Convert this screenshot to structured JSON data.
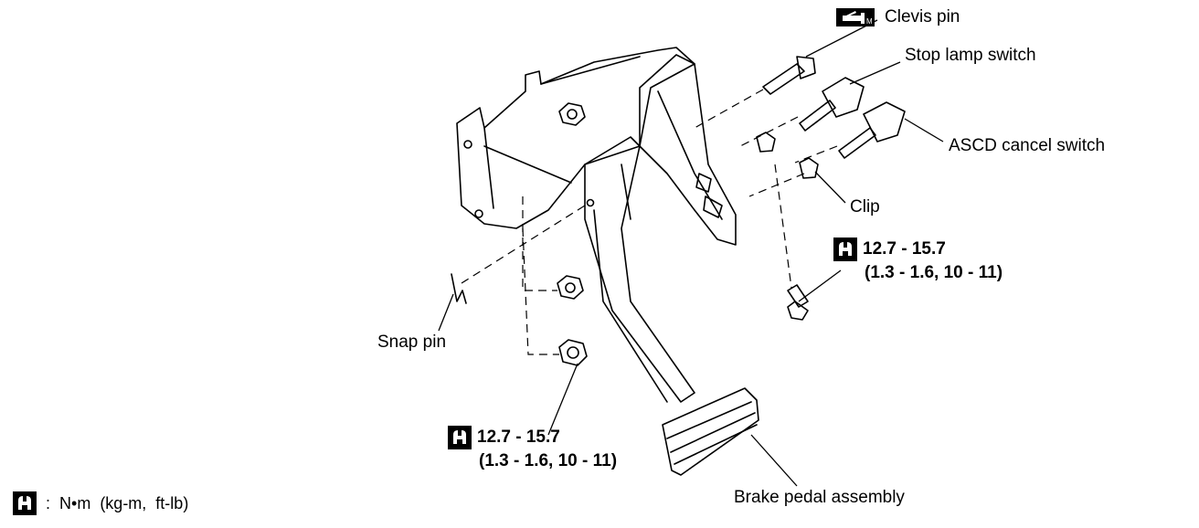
{
  "labels": {
    "clevis_pin": "Clevis pin",
    "stop_lamp_switch": "Stop lamp switch",
    "ascd_cancel_switch": "ASCD cancel switch",
    "clip": "Clip",
    "snap_pin": "Snap pin",
    "brake_pedal_assembly": "Brake pedal assembly"
  },
  "torque_right": {
    "value": "12.7 - 15.7",
    "alt": "(1.3 - 1.6, 10 - 11)"
  },
  "torque_bottom": {
    "value": "12.7 - 15.7",
    "alt": "(1.3 - 1.6, 10 - 11)"
  },
  "legend": {
    "separator": ":",
    "units": "N•m  (kg-m,  ft-lb)"
  },
  "icons": [
    "grease-icon",
    "torque-wrench-icon"
  ],
  "colors": {
    "ink": "#000000",
    "background": "#ffffff"
  }
}
